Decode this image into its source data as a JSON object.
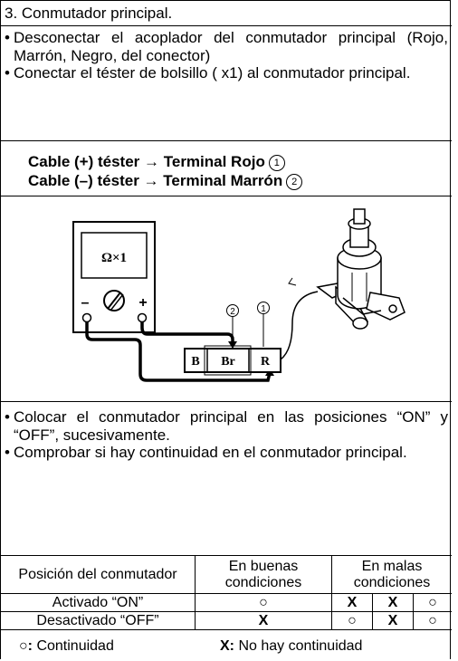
{
  "section": {
    "title": "3. Conmutador principal."
  },
  "intro_bullets": [
    "Desconectar el acoplador del conmutador principal (Rojo, Marrón, Negro, del conector)",
    "Conectar el téster de bolsillo ( x1) al conmutador principal."
  ],
  "cables": {
    "line1": "Cable (+) téster → Terminal Rojo",
    "line1_num": "1",
    "line2": "Cable (–) téster → Terminal Marrón",
    "line2_num": "2"
  },
  "diagram": {
    "meter_label": "Ω×1",
    "minus": "–",
    "plus": "+",
    "callout_1": "1",
    "callout_2": "2",
    "terminals": [
      "B",
      "Br",
      "R"
    ]
  },
  "procedure_bullets": [
    "Colocar el conmutador principal en las posiciones “ON” y “OFF”, sucesivamente.",
    "Comprobar si hay continuidad en el conmutador principal."
  ],
  "table": {
    "headers": [
      "Posición del conmutador",
      "En buenas condiciones",
      "En malas condiciones"
    ],
    "rows": [
      {
        "position": "Activado “ON”",
        "good": "○",
        "bad": [
          "X",
          "X",
          "○"
        ]
      },
      {
        "position": "Desactivado “OFF”",
        "good": "X",
        "bad": [
          "○",
          "X",
          "○"
        ]
      }
    ]
  },
  "legend": {
    "continuity_symbol": "○",
    "continuity_text": "Continuidad",
    "no_continuity_symbol": "X:",
    "no_continuity_text": "No hay continuidad"
  }
}
